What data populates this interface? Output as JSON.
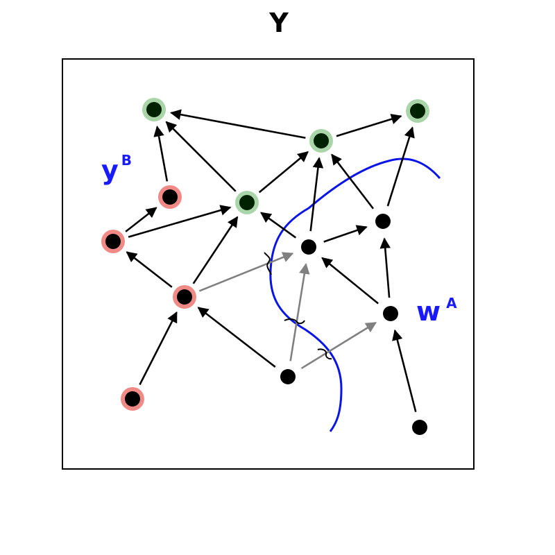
{
  "title": "Y",
  "label_y": {
    "base": "y",
    "sup": "B"
  },
  "label_w": {
    "base": "w",
    "sup": "A"
  },
  "colors": {
    "node_fill": "#000000",
    "node_y_ring": "#f08a86",
    "node_goal_ring": "#a9d5a9",
    "node_goal_fill": "#002200",
    "edge_black": "#000000",
    "edge_gray": "#808080",
    "boundary": "#0a14e6",
    "label": "#1a1aff"
  },
  "nodes": [
    {
      "id": "g1",
      "kind": "goal"
    },
    {
      "id": "g2",
      "kind": "goal"
    },
    {
      "id": "g3",
      "kind": "goal"
    },
    {
      "id": "g4",
      "kind": "goal"
    },
    {
      "id": "y1",
      "kind": "y"
    },
    {
      "id": "y2",
      "kind": "y"
    },
    {
      "id": "y3",
      "kind": "y"
    },
    {
      "id": "y4",
      "kind": "y"
    },
    {
      "id": "w1",
      "kind": "plain"
    },
    {
      "id": "w2",
      "kind": "plain"
    },
    {
      "id": "w3",
      "kind": "plain"
    },
    {
      "id": "w4",
      "kind": "plain"
    },
    {
      "id": "w5",
      "kind": "plain"
    }
  ],
  "edges": [
    {
      "from": "y4",
      "to": "y3",
      "style": "black"
    },
    {
      "from": "y3",
      "to": "y2",
      "style": "black"
    },
    {
      "from": "y3",
      "to": "g4",
      "style": "black"
    },
    {
      "from": "y3",
      "to": "w1",
      "style": "gray"
    },
    {
      "from": "y2",
      "to": "y1",
      "style": "black"
    },
    {
      "from": "y2",
      "to": "g4",
      "style": "black"
    },
    {
      "from": "y1",
      "to": "g1",
      "style": "black"
    },
    {
      "from": "g4",
      "to": "g1",
      "style": "black"
    },
    {
      "from": "g4",
      "to": "g2",
      "style": "black"
    },
    {
      "from": "g2",
      "to": "g1",
      "style": "black"
    },
    {
      "from": "g2",
      "to": "g3",
      "style": "black"
    },
    {
      "from": "w1",
      "to": "g4",
      "style": "black"
    },
    {
      "from": "w1",
      "to": "g2",
      "style": "black"
    },
    {
      "from": "w1",
      "to": "w2",
      "style": "black"
    },
    {
      "from": "w2",
      "to": "g2",
      "style": "black"
    },
    {
      "from": "w2",
      "to": "g3",
      "style": "black"
    },
    {
      "from": "w3",
      "to": "w2",
      "style": "black"
    },
    {
      "from": "w3",
      "to": "w1",
      "style": "black"
    },
    {
      "from": "w4",
      "to": "y3",
      "style": "black"
    },
    {
      "from": "w4",
      "to": "w1",
      "style": "gray"
    },
    {
      "from": "w4",
      "to": "w3",
      "style": "gray"
    },
    {
      "from": "w5",
      "to": "w3",
      "style": "black"
    }
  ]
}
